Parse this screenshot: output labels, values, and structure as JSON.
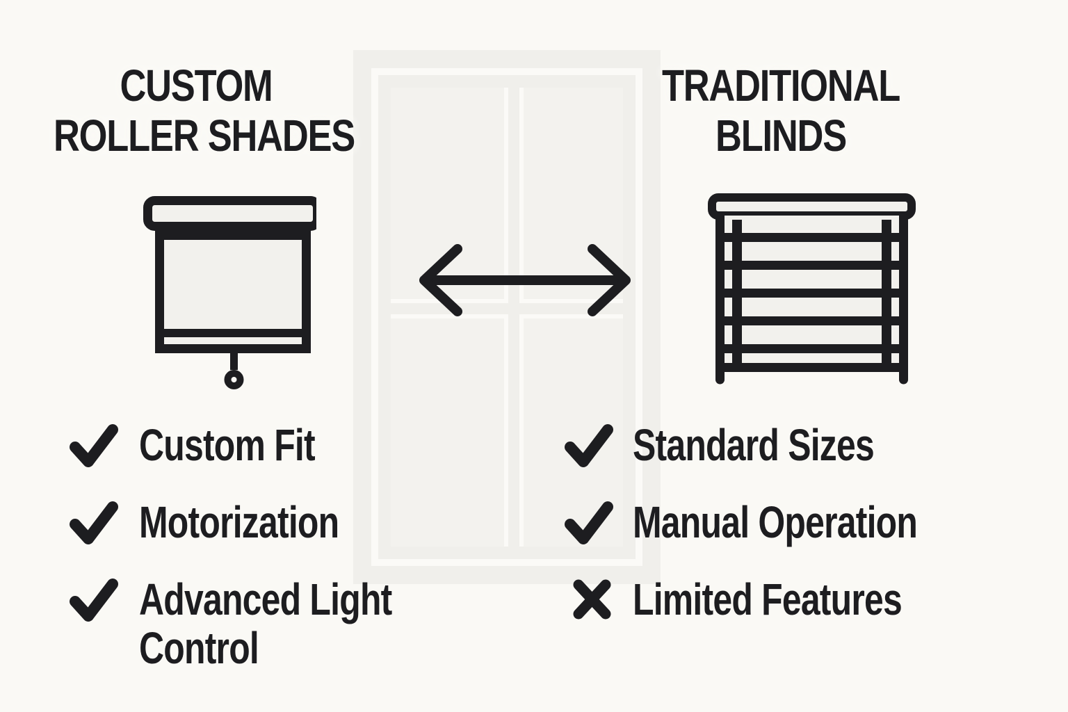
{
  "colors": {
    "background": "#faf9f5",
    "ink": "#1d1d20",
    "window_frame": "#f0efeb",
    "window_pane": "#f3f2ee",
    "icon_fill": "#f2f1ed"
  },
  "background_graphic": "faint-window-outline",
  "center": {
    "icon": "double-headed-arrow-icon"
  },
  "left_column": {
    "title_lines": [
      "CUSTOM",
      "ROLLER SHADES"
    ],
    "icon": "roller-shade-icon",
    "features": [
      {
        "mark": "check",
        "lines": [
          "Custom Fit"
        ]
      },
      {
        "mark": "check",
        "lines": [
          "Motorization"
        ]
      },
      {
        "mark": "check",
        "lines": [
          "Advanced Light",
          "Control"
        ]
      }
    ]
  },
  "right_column": {
    "title_lines": [
      "TRADITIONAL",
      "BLINDS"
    ],
    "icon": "venetian-blinds-icon",
    "features": [
      {
        "mark": "check",
        "lines": [
          "Standard Sizes"
        ]
      },
      {
        "mark": "check",
        "lines": [
          "Manual Operation"
        ]
      },
      {
        "mark": "cross",
        "lines": [
          "Limited Features"
        ]
      }
    ]
  }
}
